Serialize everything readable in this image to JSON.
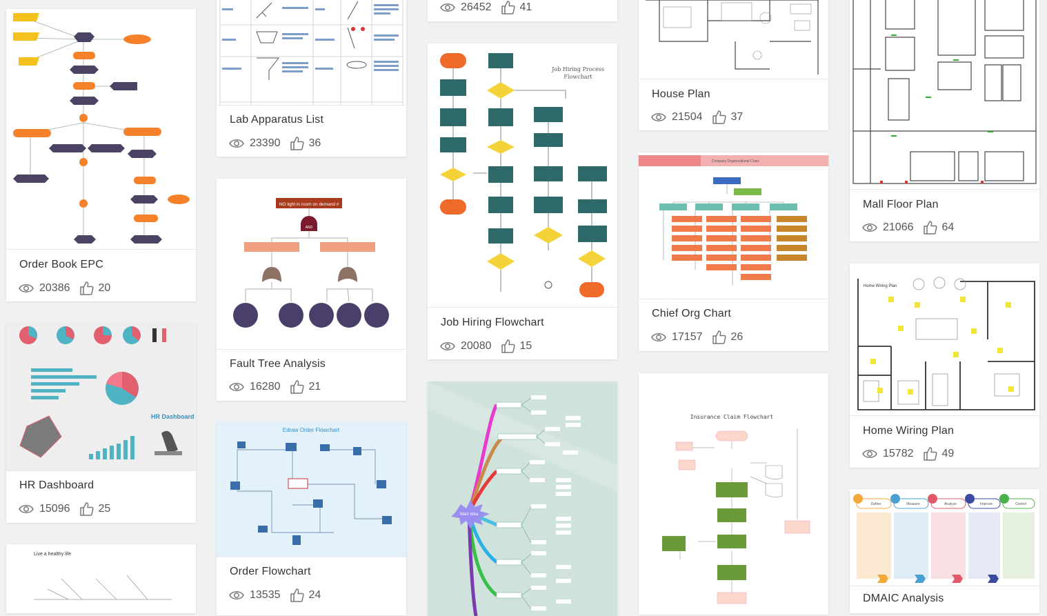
{
  "templates": [
    {
      "id": "order-book-epc",
      "title": "Order Book EPC",
      "views": "20386",
      "likes": "20"
    },
    {
      "id": "hr-dashboard",
      "title": "HR Dashboard",
      "views": "15096",
      "likes": "25",
      "thumb_text": {
        "heading": "HR Dashboard"
      }
    },
    {
      "id": "healthy",
      "thumb_text": {
        "heading": "Live a healthy life"
      }
    },
    {
      "id": "lab-apparatus-list",
      "title": "Lab Apparatus List",
      "views": "23390",
      "likes": "36"
    },
    {
      "id": "fault-tree-analysis",
      "title": "Fault Tree Analysis",
      "views": "16280",
      "likes": "21",
      "thumb_text": {
        "top_event": "NO light in room on demand #",
        "gate": "AND"
      }
    },
    {
      "id": "order-flowchart",
      "title": "Order Flowchart",
      "views": "13535",
      "likes": "24",
      "thumb_text": {
        "heading": "Edraw Order Flowchart"
      }
    },
    {
      "id": "top-card-col3",
      "views": "26452",
      "likes": "41"
    },
    {
      "id": "job-hiring-flowchart",
      "title": "Job Hiring Flowchart",
      "views": "20080",
      "likes": "15",
      "thumb_text": {
        "heading_1": "Job Hiring Process",
        "heading_2": "Flowchart"
      }
    },
    {
      "id": "mind-map",
      "thumb_text": {
        "center": "Main Idea"
      }
    },
    {
      "id": "house-plan",
      "title": "House Plan",
      "views": "21504",
      "likes": "37"
    },
    {
      "id": "chief-org-chart",
      "title": "Chief Org Chart",
      "views": "17157",
      "likes": "26",
      "thumb_text": {
        "heading": "Company Organizational Chart"
      }
    },
    {
      "id": "insurance-claim",
      "thumb_text": {
        "heading": "Insurance Claim Flowchart"
      }
    },
    {
      "id": "mall-floor-plan",
      "title": "Mall Floor Plan",
      "views": "21066",
      "likes": "64"
    },
    {
      "id": "home-wiring-plan",
      "title": "Home Wiring Plan",
      "views": "15782",
      "likes": "49",
      "thumb_text": {
        "heading": "Home Wiring Plan"
      }
    },
    {
      "id": "dmaic-analysis",
      "title": "DMAIC Analysis",
      "thumb_text": {
        "steps": [
          "Define",
          "Measure",
          "Analyze",
          "Improve",
          "Control"
        ]
      }
    }
  ],
  "icons": {
    "views": "eye-icon",
    "likes": "thumbs-up-icon"
  }
}
